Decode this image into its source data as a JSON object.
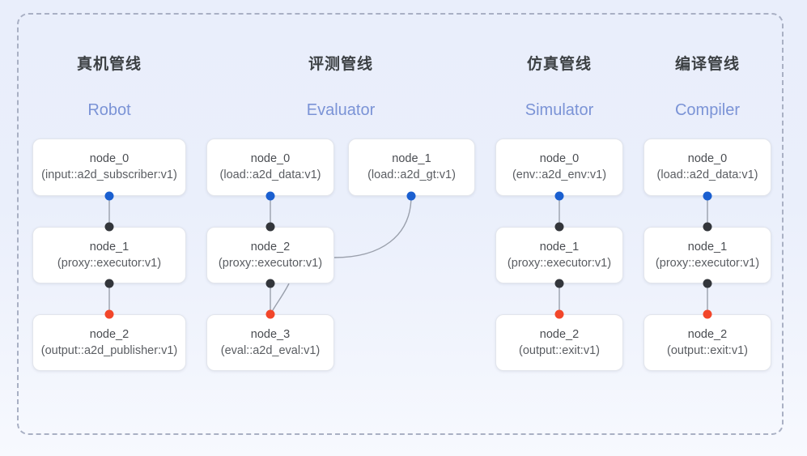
{
  "frame": {
    "style": "dashed-rounded-group"
  },
  "colors": {
    "background_top": "#e9eefb",
    "background_bottom": "#f7f9fe",
    "frame_border": "#a9b0c4",
    "node_bg": "#ffffff",
    "node_border": "#e2e5ec",
    "title": "#3c4043",
    "subtitle": "#7b93d6",
    "dot_output": "#1a5fd0",
    "dot_input": "#33363b",
    "dot_terminal": "#f2462a",
    "edge": "#9aa0ac"
  },
  "columns": [
    {
      "id": "robot",
      "title": "真机管线",
      "subtitle": "Robot",
      "nodes": [
        {
          "name": "node_0",
          "type": "(input::a2d_subscriber:v1)"
        },
        {
          "name": "node_1",
          "type": "(proxy::executor:v1)"
        },
        {
          "name": "node_2",
          "type": "(output::a2d_publisher:v1)"
        }
      ]
    },
    {
      "id": "evaluator",
      "title": "评测管线",
      "subtitle": "Evaluator",
      "nodes": [
        {
          "name": "node_0",
          "type": "(load::a2d_data:v1)"
        },
        {
          "name": "node_1",
          "type": "(load::a2d_gt:v1)"
        },
        {
          "name": "node_2",
          "type": "(proxy::executor:v1)"
        },
        {
          "name": "node_3",
          "type": "(eval::a2d_eval:v1)"
        }
      ]
    },
    {
      "id": "simulator",
      "title": "仿真管线",
      "subtitle": "Simulator",
      "nodes": [
        {
          "name": "node_0",
          "type": "(env::a2d_env:v1)"
        },
        {
          "name": "node_1",
          "type": "(proxy::executor:v1)"
        },
        {
          "name": "node_2",
          "type": "(output::exit:v1)"
        }
      ]
    },
    {
      "id": "compiler",
      "title": "编译管线",
      "subtitle": "Compiler",
      "nodes": [
        {
          "name": "node_0",
          "type": "(load::a2d_data:v1)"
        },
        {
          "name": "node_1",
          "type": "(proxy::executor:v1)"
        },
        {
          "name": "node_2",
          "type": "(output::exit:v1)"
        }
      ]
    }
  ]
}
